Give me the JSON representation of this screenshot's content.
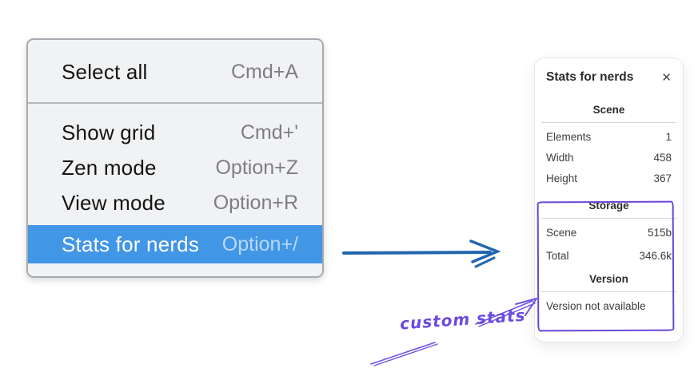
{
  "menu": {
    "items": [
      {
        "label": "Select all",
        "shortcut": "Cmd+A"
      },
      {
        "label": "Show grid",
        "shortcut": "Cmd+'"
      },
      {
        "label": "Zen mode",
        "shortcut": "Option+Z"
      },
      {
        "label": "View mode",
        "shortcut": "Option+R"
      },
      {
        "label": "Stats for nerds",
        "shortcut": "Option+/",
        "selected": true
      }
    ]
  },
  "stats_panel": {
    "title": "Stats for nerds",
    "close_icon": "✕",
    "scene_section": {
      "heading": "Scene",
      "rows": [
        {
          "label": "Elements",
          "value": "1"
        },
        {
          "label": "Width",
          "value": "458"
        },
        {
          "label": "Height",
          "value": "367"
        }
      ]
    },
    "storage_section": {
      "heading": "Storage",
      "rows": [
        {
          "label": "Scene",
          "value": "515b"
        },
        {
          "label": "Total",
          "value": "346.6k"
        }
      ]
    },
    "version_section": {
      "heading": "Version",
      "note": "Version not available"
    }
  },
  "annotation": {
    "label": "custom stats"
  },
  "colors": {
    "menu_background": "#f1f2f4",
    "menu_highlight": "#4296e6",
    "menu_highlight_text": "#ffffff",
    "menu_highlight_shortcut": "#b9d9f8",
    "menu_shortcut": "#7e7e82",
    "flow_arrow_blue": "#2166ae",
    "annotation_purple": "#6847d8"
  }
}
